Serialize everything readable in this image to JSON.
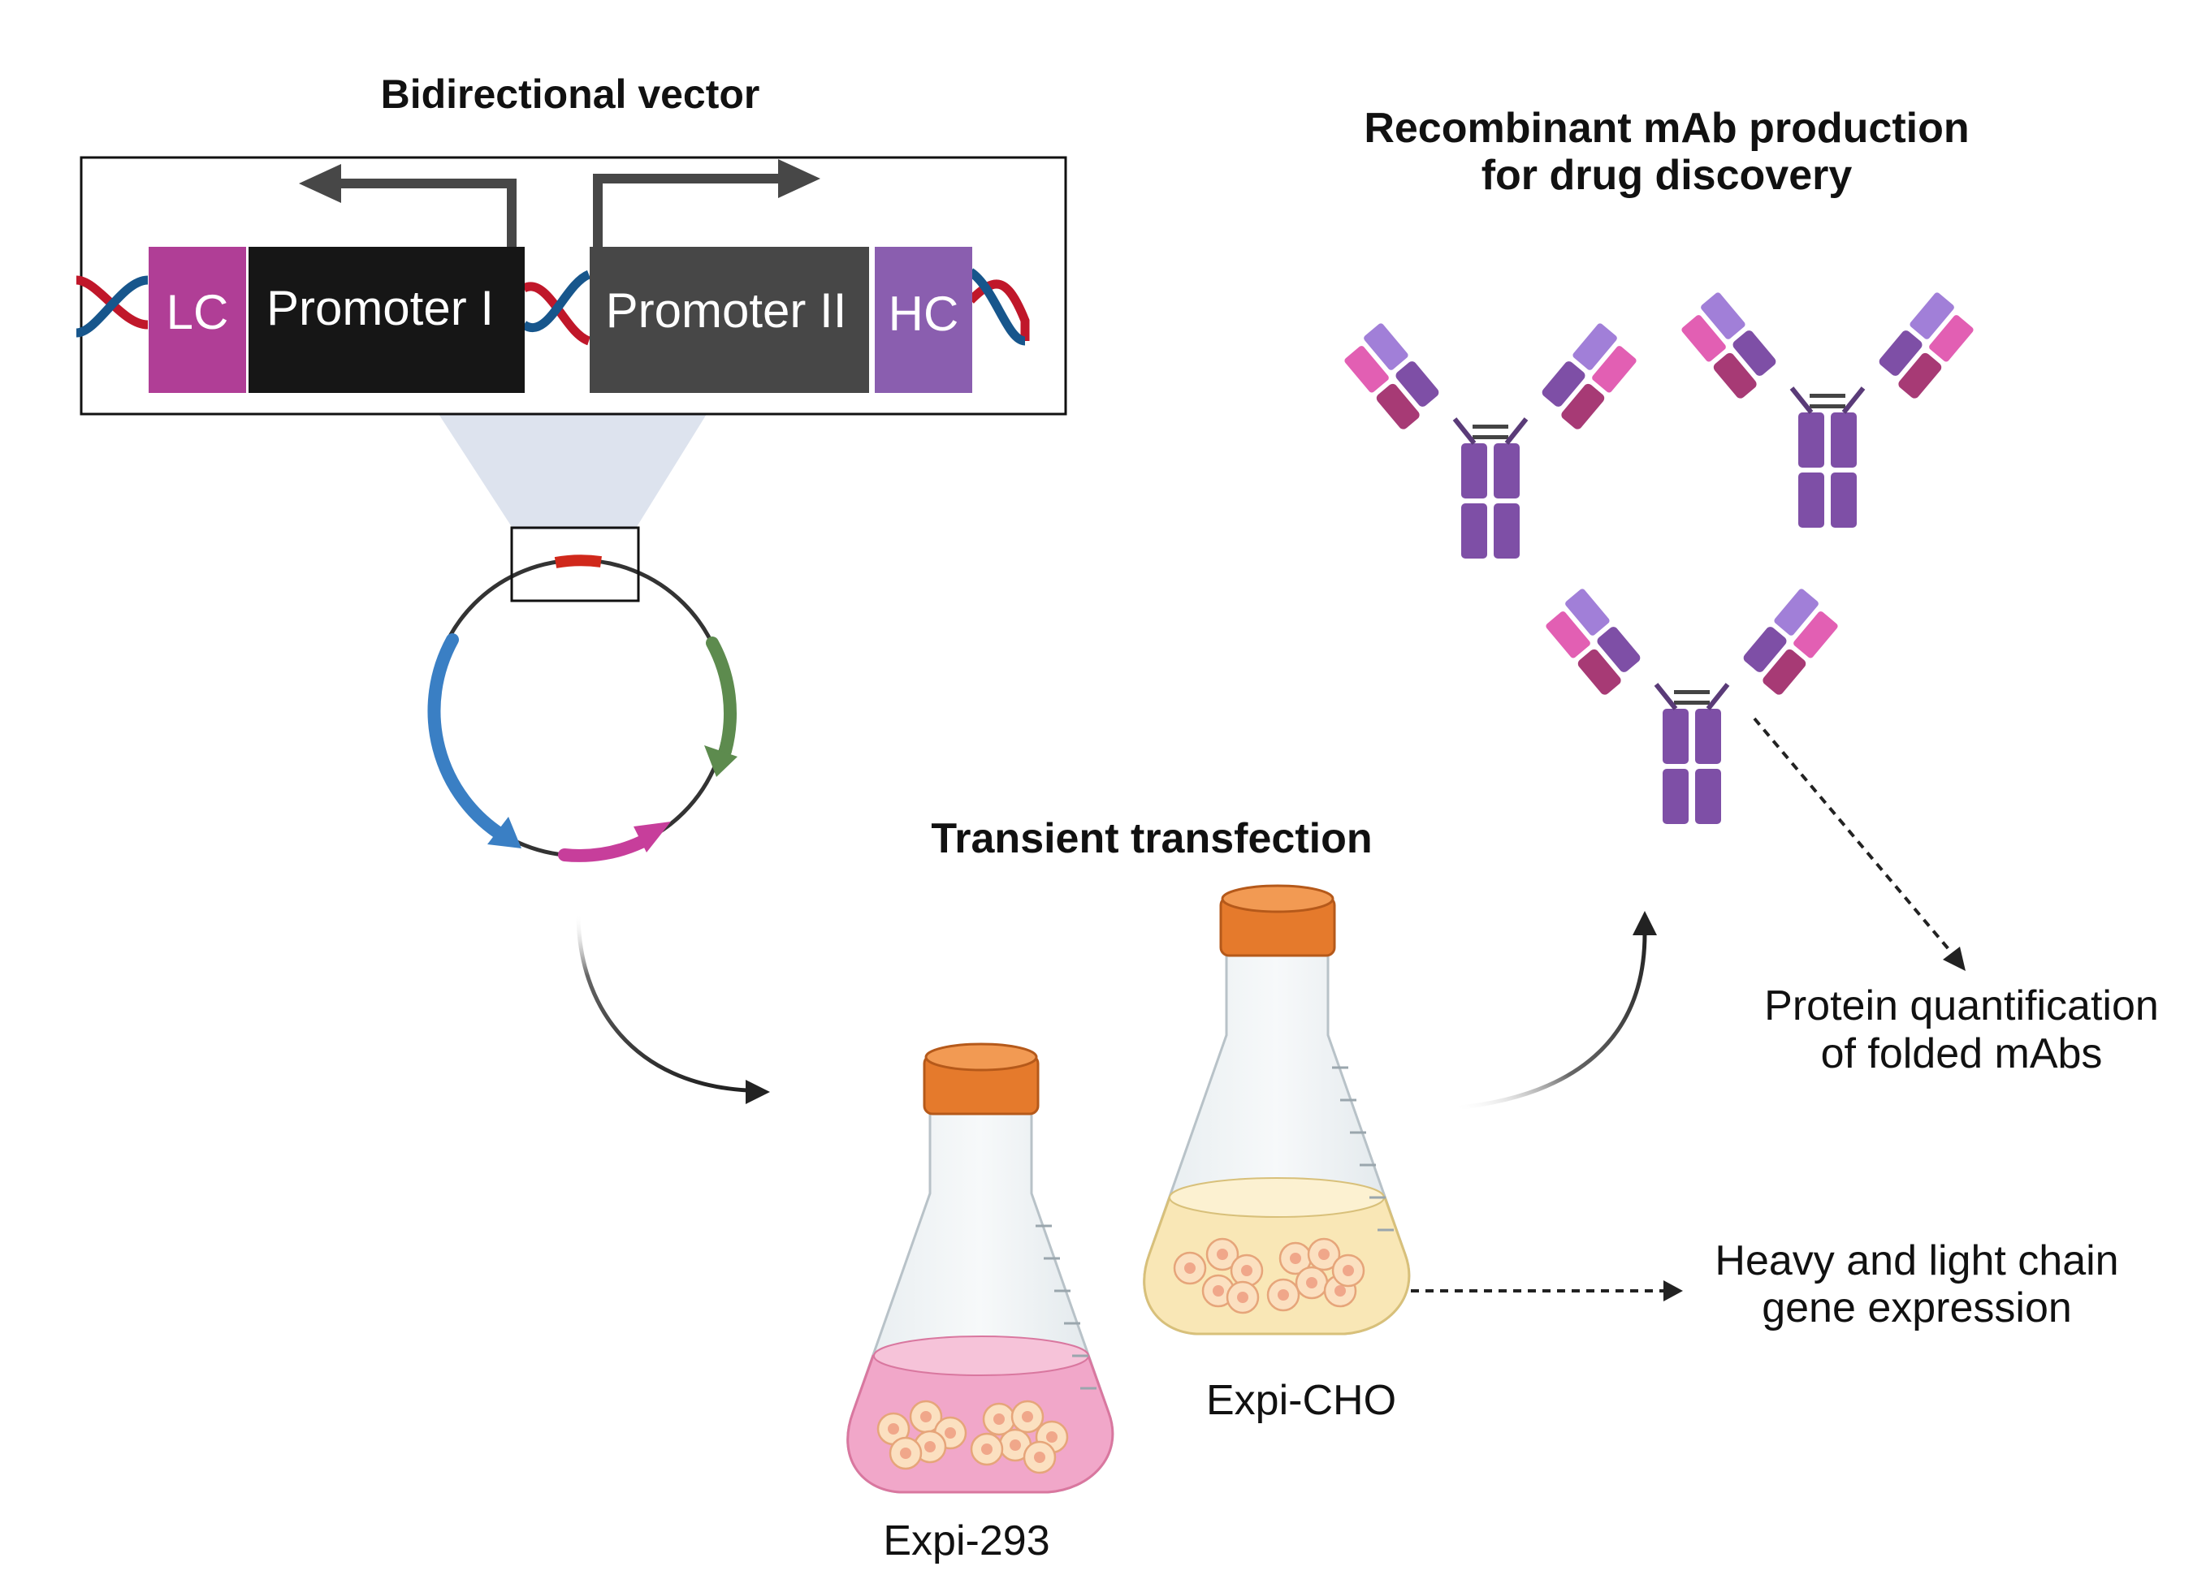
{
  "vector": {
    "title": "Bidirectional vector",
    "lc_label": "LC",
    "promoter1_label": "Promoter I",
    "promoter2_label": "Promoter II",
    "hc_label": "HC"
  },
  "production": {
    "title_line1": "Recombinant mAb production",
    "title_line2": "for drug discovery"
  },
  "transfection": {
    "title": "Transient transfection"
  },
  "flasks": {
    "left_label": "Expi-293",
    "right_label": "Expi-CHO"
  },
  "annotations": {
    "quant_line1": "Protein quantification",
    "quant_line2": "of folded mAbs",
    "expr_line1": "Heavy and light chain",
    "expr_line2": "gene expression"
  },
  "colors": {
    "lc": "#b03e96",
    "promoter1": "#161616",
    "promoter2": "#474747",
    "hc": "#8a5eaf",
    "dna_red": "#c0172a",
    "dna_blue": "#17568c",
    "antibody_heavy": "#7e4fa6",
    "antibody_light": "#a73a75",
    "antibody_pink": "#e25fb3",
    "antibody_lavender": "#a17fd8",
    "cap": "#e57a2c",
    "media_pink": "#f1a7c9",
    "media_yellow": "#f9e7b6"
  }
}
